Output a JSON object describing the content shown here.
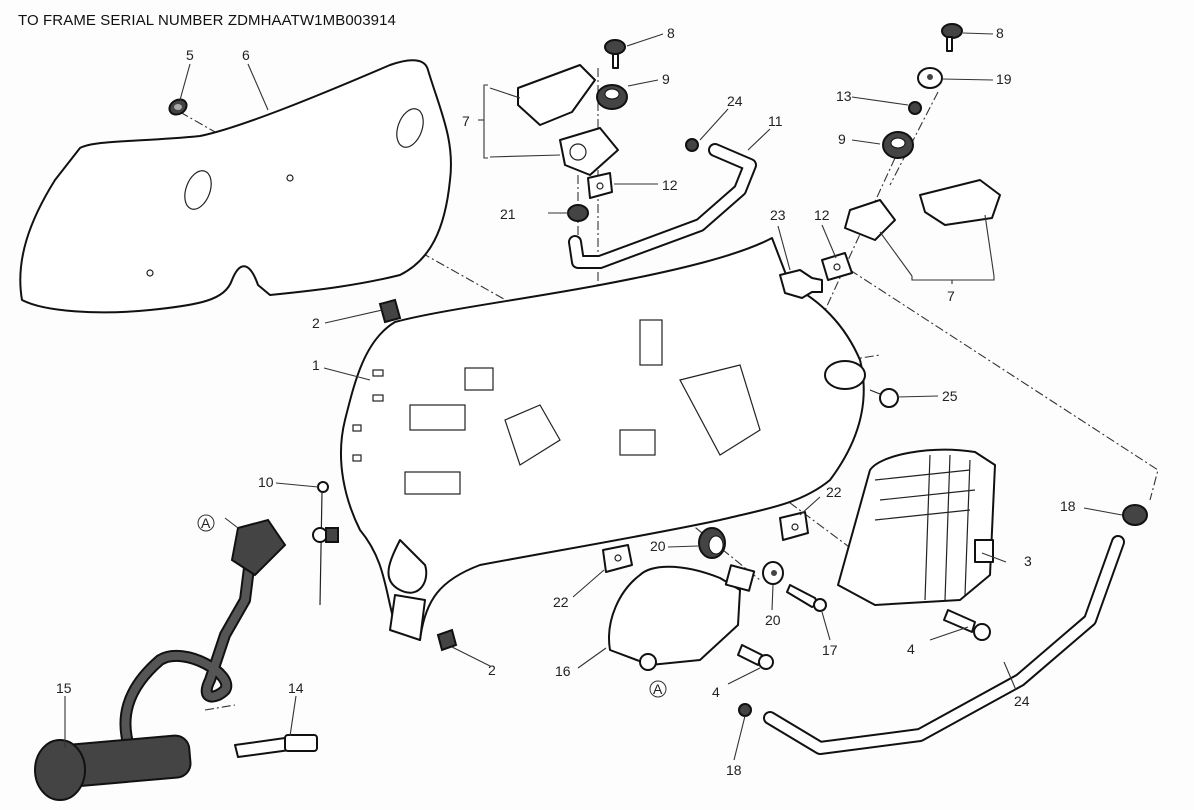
{
  "title": "TO FRAME SERIAL NUMBER ZDMHAATW1MB003914",
  "reference_marker": "A",
  "callouts": [
    {
      "id": "c1",
      "label": "1",
      "part": "battery-tray-frame"
    },
    {
      "id": "c2a",
      "label": "2",
      "part": "clip-nut-upper"
    },
    {
      "id": "c2b",
      "label": "2",
      "part": "clip-nut-lower"
    },
    {
      "id": "c3",
      "label": "3",
      "part": "abs-control-unit"
    },
    {
      "id": "c4a",
      "label": "4",
      "part": "screw-bracket"
    },
    {
      "id": "c4b",
      "label": "4",
      "part": "screw-ecu"
    },
    {
      "id": "c5",
      "label": "5",
      "part": "rubber-grommet"
    },
    {
      "id": "c6",
      "label": "6",
      "part": "cover-panel"
    },
    {
      "id": "c7a",
      "label": "7",
      "part": "sensor-assembly-left"
    },
    {
      "id": "c7b",
      "label": "7",
      "part": "sensor-assembly-right"
    },
    {
      "id": "c8a",
      "label": "8",
      "part": "screw-left"
    },
    {
      "id": "c8b",
      "label": "8",
      "part": "screw-right"
    },
    {
      "id": "c9a",
      "label": "9",
      "part": "damper-left"
    },
    {
      "id": "c9b",
      "label": "9",
      "part": "damper-right"
    },
    {
      "id": "c11",
      "label": "11",
      "part": "hose-upper"
    },
    {
      "id": "c12a",
      "label": "12",
      "part": "clip-left"
    },
    {
      "id": "c12b",
      "label": "12",
      "part": "clip-right"
    },
    {
      "id": "c13",
      "label": "13",
      "part": "spacer"
    },
    {
      "id": "c10",
      "label": "10",
      "part": "cable-tie"
    },
    {
      "id": "c14",
      "label": "14",
      "part": "lambda-sensor"
    },
    {
      "id": "c15",
      "label": "15",
      "part": "sensor-cap-cable"
    },
    {
      "id": "c16",
      "label": "16",
      "part": "bracket"
    },
    {
      "id": "c17",
      "label": "17",
      "part": "screw-long"
    },
    {
      "id": "c18a",
      "label": "18",
      "part": "bush-upper"
    },
    {
      "id": "c18b",
      "label": "18",
      "part": "bush-lower"
    },
    {
      "id": "c19",
      "label": "19",
      "part": "rubber-mount"
    },
    {
      "id": "c20a",
      "label": "20",
      "part": "hose-fitting-left"
    },
    {
      "id": "c20b",
      "label": "20",
      "part": "hose-fitting-right"
    },
    {
      "id": "c21",
      "label": "21",
      "part": "hose-lower"
    },
    {
      "id": "c22a",
      "label": "22",
      "part": "clip-nut-a"
    },
    {
      "id": "c22b",
      "label": "22",
      "part": "clip-nut-b"
    },
    {
      "id": "c23",
      "label": "23",
      "part": "plug"
    },
    {
      "id": "c24a",
      "label": "24",
      "part": "hose-clamp-upper"
    },
    {
      "id": "c24b",
      "label": "24",
      "part": "hose-clamp-lower"
    },
    {
      "id": "c25",
      "label": "25",
      "part": "rubber-plug"
    }
  ]
}
